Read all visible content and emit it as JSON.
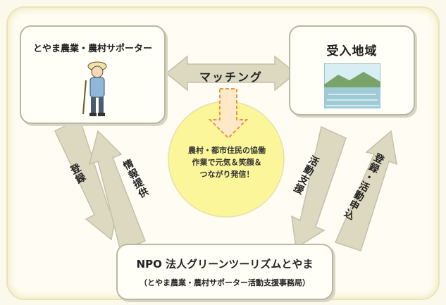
{
  "left_box": {
    "title": "とやま農業・農村サポーター"
  },
  "right_box": {
    "title": "受入地域"
  },
  "bottom_box": {
    "title": "NPO 法人グリーンツーリズムとやま",
    "subtitle": "（とやま農業・農村サポーター活動支援事務局）"
  },
  "center": {
    "matching_label": "マッチング",
    "circle_lines": [
      "農村・都市住民の協働",
      "作業で元気＆笑顔＆",
      "つながり発信！"
    ]
  },
  "arrows": {
    "touroku": "登録",
    "joho_teikyo": "情報提供",
    "katsudo_shien": "活動支援",
    "toroku_moushikomi": "登録・活動申込"
  },
  "colors": {
    "arrow_fill": "#ddd9c1",
    "circle_fill": "#fcf69a",
    "frame_border": "#e9e3b9",
    "dashed_arrow": "#e9973c"
  }
}
